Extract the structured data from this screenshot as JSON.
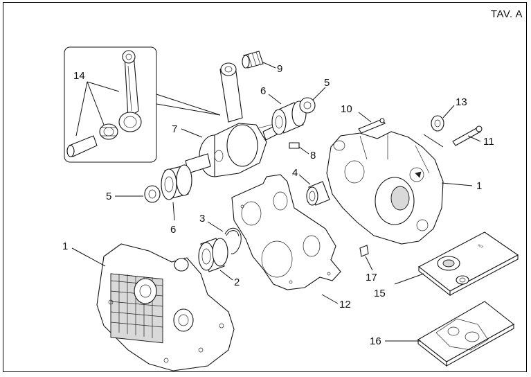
{
  "sheet_title": "TAV. A",
  "callouts": {
    "c1a": "1",
    "c1b": "1",
    "c2": "2",
    "c3": "3",
    "c4": "4",
    "c5a": "5",
    "c5b": "5",
    "c6a": "6",
    "c6b": "6",
    "c7": "7",
    "c8": "8",
    "c9": "9",
    "c10": "10",
    "c11": "11",
    "c12": "12",
    "c13": "13",
    "c14": "14",
    "c15": "15",
    "c16": "16",
    "c17": "17"
  }
}
